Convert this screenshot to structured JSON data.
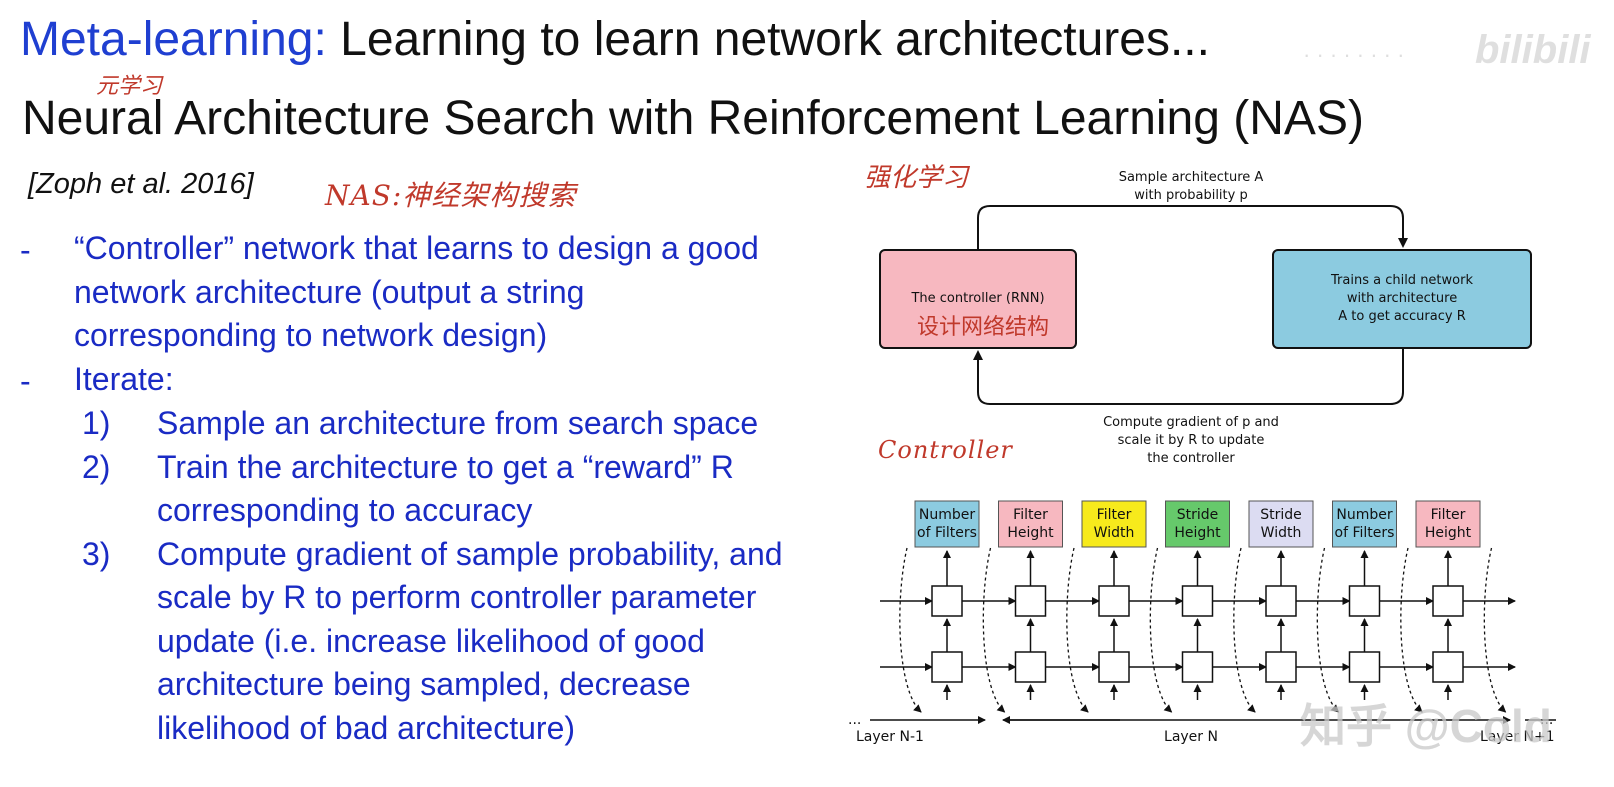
{
  "slide": {
    "title_prefix": "Meta-learning:",
    "title_rest": " Learning to learn network architectures...",
    "subtitle": "Neural Architecture Search with Reinforcement Learning (NAS)",
    "citation": "[Zoph et al. 2016]"
  },
  "annotations": {
    "yuan_xuexi": "元学习",
    "nas_note": "NAS:神经架构搜索",
    "rl_note": "强化学习",
    "controller_note": "Controller",
    "rnn_note": "设计网络结构"
  },
  "bullets": [
    {
      "marker": "-",
      "lines": [
        "“Controller” network that learns to design a good",
        "network architecture (output a string",
        "corresponding to network design)"
      ]
    },
    {
      "marker": "-",
      "lines": [
        "Iterate:"
      ]
    }
  ],
  "steps": [
    {
      "marker": "1)",
      "lines": [
        "Sample an architecture from search space"
      ]
    },
    {
      "marker": "2)",
      "lines": [
        "Train the architecture to get a “reward” R",
        "corresponding to accuracy"
      ]
    },
    {
      "marker": "3)",
      "lines": [
        "Compute gradient of sample probability, and",
        "scale by R to perform controller parameter",
        "update (i.e. increase likelihood of good",
        "architecture being sampled, decrease",
        "likelihood of bad architecture)"
      ]
    }
  ],
  "loop_diagram": {
    "top_label": [
      "Sample architecture A",
      "with probability p"
    ],
    "controller_box": "The controller (RNN)",
    "child_box": [
      "Trains a child network",
      "with architecture",
      "A to get accuracy R"
    ],
    "bottom_label": [
      "Compute gradient of p and",
      "scale it by R to update",
      "the controller"
    ],
    "controller_color": "#f7b8c0",
    "child_color": "#8ccbe0"
  },
  "rnn_diagram": {
    "cells": [
      {
        "label": [
          "Number",
          "of Filters"
        ],
        "color": "#8ccbe0"
      },
      {
        "label": [
          "Filter",
          "Height"
        ],
        "color": "#f7b8c0"
      },
      {
        "label": [
          "Filter",
          "Width"
        ],
        "color": "#f7ea1c"
      },
      {
        "label": [
          "Stride",
          "Height"
        ],
        "color": "#66c96b"
      },
      {
        "label": [
          "Stride",
          "Width"
        ],
        "color": "#dcdcf2"
      },
      {
        "label": [
          "Number",
          "of Filters"
        ],
        "color": "#8ccbe0"
      },
      {
        "label": [
          "Filter",
          "Height"
        ],
        "color": "#f7b8c0"
      }
    ],
    "layer_labels": [
      "Layer N-1",
      "Layer N",
      "Layer N+1"
    ],
    "ellipsis": "..."
  },
  "watermarks": {
    "zhihu": "知乎 @Cold",
    "bilibili": "bilibili",
    "trail": "· · · · · · · ·"
  }
}
